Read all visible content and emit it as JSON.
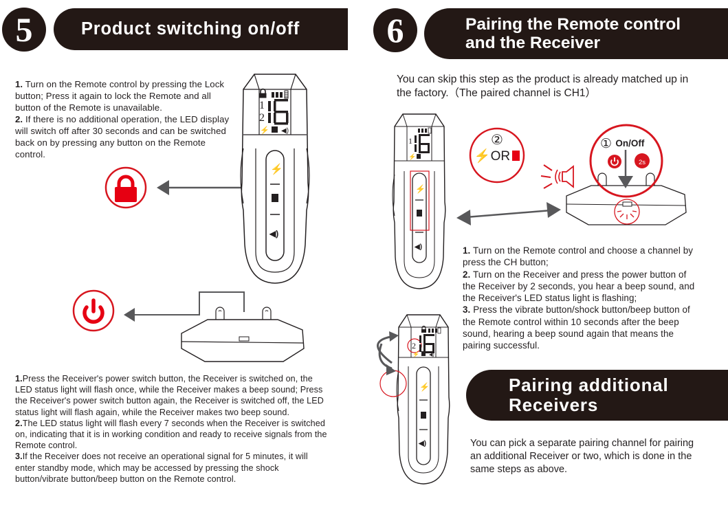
{
  "section5": {
    "number": "5",
    "title": "Product switching on/off",
    "remote_instructions": [
      {
        "num": "1.",
        "text": " Turn on the Remote control by pressing the Lock button; Press it again to lock the Remote and all button of the Remote is unavailable."
      },
      {
        "num": "2.",
        "text": " If there is no additional operation, the LED display will switch off after 30 seconds and can be switched back on by pressing any button on the Remote control."
      }
    ],
    "receiver_instructions": [
      {
        "num": "1.",
        "text": "Press the Receiver's power switch button, the Receiver is switched on, the LED status light will flash once, while the Receiver makes a beep sound; Press the Receiver's power switch button again, the Receiver is switched off, the LED status light will flash again, while the Receiver makes two beep sound."
      },
      {
        "num": "2.",
        "text": "The LED status light will flash every 7 seconds when the Receiver is switched on, indicating that it is in working condition and ready to receive signals from the Remote control."
      },
      {
        "num": "3.",
        "text": "If the Receiver does not receive an operational signal for 5 minutes, it will enter standby mode, which may be accessed by pressing the shock button/vibrate button/beep button on the Remote control."
      }
    ],
    "lock_icon": "lock-icon",
    "power_icon": "power-icon"
  },
  "section6": {
    "number": "6",
    "title_line1": "Pairing the Remote control",
    "title_line2": "and the Receiver",
    "intro": "You can skip this step as the product is already matched up in the factory.（The paired channel is CH1）",
    "step2_label": "②",
    "step2_or": "OR",
    "step1_label": "①",
    "step1_onoff": "On/Off",
    "step1_hold": "2s",
    "instructions": [
      {
        "num": "1.",
        "text": " Turn on the Remote control and choose a channel by press the CH button;"
      },
      {
        "num": "2.",
        "text": " Turn on the Receiver and press the power button of the Receiver by 2 seconds, you hear a beep sound, and the Receiver's LED status light is flashing;"
      },
      {
        "num": "3.",
        "text": " Press the vibrate button/shock button/beep button of the Remote control within 10 seconds after the beep sound, hearing a beep sound again that means the pairing successful."
      }
    ]
  },
  "additional": {
    "title_line1": "Pairing additional",
    "title_line2": "Receivers",
    "text": "You can pick a separate pairing channel for pairing an additional Receiver or two, which is done in the same steps as above."
  },
  "remote_display": {
    "level": "16",
    "channel1": "1",
    "channel2": "2"
  },
  "colors": {
    "accent_red": "#d7161f",
    "header_dark": "#231815",
    "arrow_gray": "#58585a"
  }
}
